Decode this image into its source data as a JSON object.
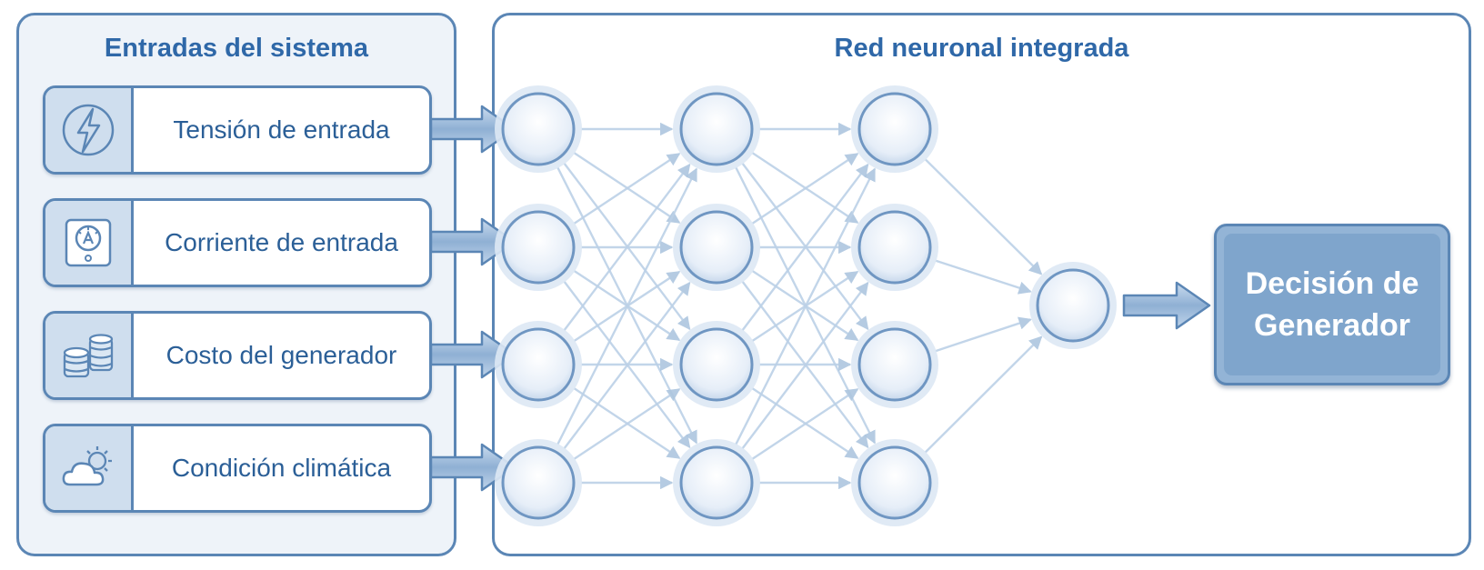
{
  "left_panel": {
    "title": "Entradas del sistema"
  },
  "right_panel": {
    "title": "Red neuronal integrada"
  },
  "inputs": [
    {
      "label": "Tensión de entrada",
      "icon": "lightning-icon"
    },
    {
      "label": "Corriente de entrada",
      "icon": "ammeter-icon"
    },
    {
      "label": "Costo del generador",
      "icon": "coins-icon"
    },
    {
      "label": "Condición climática",
      "icon": "weather-icon"
    }
  ],
  "network": {
    "layers": [
      4,
      4,
      4,
      1
    ]
  },
  "output": {
    "label": "Decisión de Generador"
  },
  "colors": {
    "accent": "#2f68a8",
    "border": "#5b86b5",
    "panel_fill": "#eef3f9",
    "icon_fill": "#cfdeee",
    "output_fill": "#7fa5cc"
  }
}
